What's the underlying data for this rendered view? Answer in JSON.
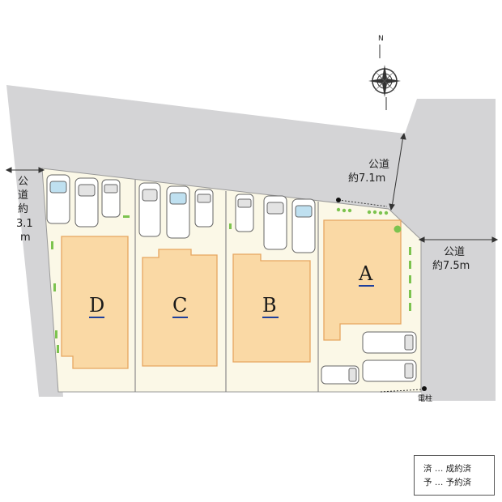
{
  "roads": {
    "left": {
      "label_line1": "公",
      "label_line2": "道",
      "label_line3": "約",
      "label_line4": "3.1",
      "label_line5": "m"
    },
    "top_right": {
      "label_line1": "公道",
      "label_line2": "約7.1m"
    },
    "right": {
      "label_line1": "公道",
      "label_line2": "約7.5m"
    }
  },
  "lots": [
    {
      "id": "A",
      "label": "A"
    },
    {
      "id": "B",
      "label": "B"
    },
    {
      "id": "C",
      "label": "C"
    },
    {
      "id": "D",
      "label": "D"
    }
  ],
  "utility_pole": {
    "label": "電柱"
  },
  "compass": {
    "north_label": "N"
  },
  "legend": {
    "line1": "済 … 成約済",
    "line2": "予 … 予約済"
  },
  "colors": {
    "road": "#d4d4d6",
    "site": "#fbf8e7",
    "building": "#fad9a5",
    "building_outline": "#e6a660",
    "lot_line": "#9a9a9a",
    "lot_underline": "#1f3f9c",
    "hedge": "#7cc34f"
  }
}
